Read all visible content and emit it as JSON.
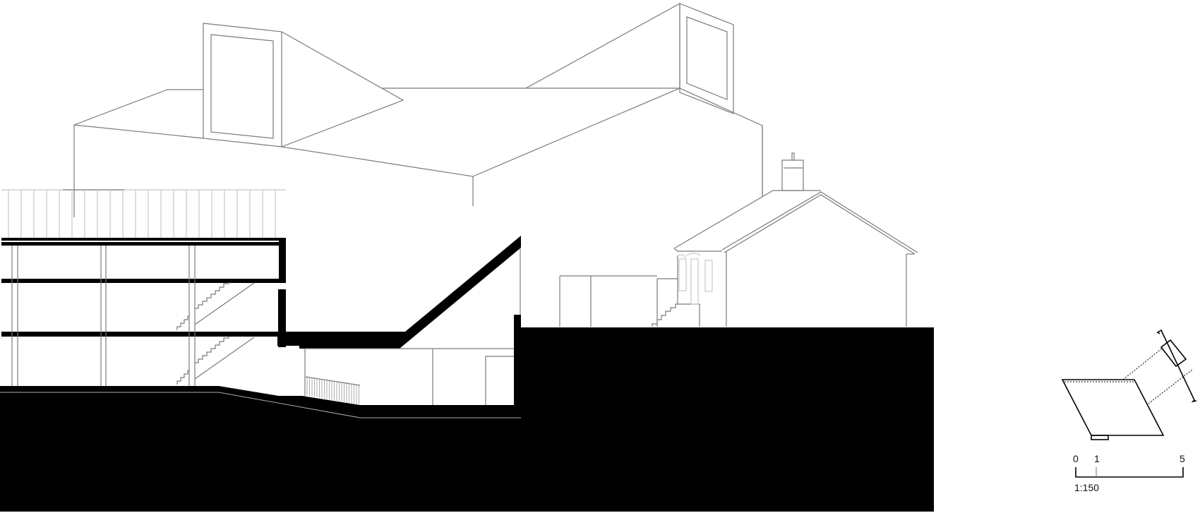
{
  "drawing": {
    "type": "architectural section elevation",
    "colors": {
      "line": "#7a7a7a",
      "cut": "#000000",
      "background": "#ffffff"
    }
  },
  "key_plan": {
    "description": "site key plan with section cut marker"
  },
  "scale_bar": {
    "ticks": [
      "0",
      "1",
      "5"
    ],
    "scale_label": "1:150"
  }
}
